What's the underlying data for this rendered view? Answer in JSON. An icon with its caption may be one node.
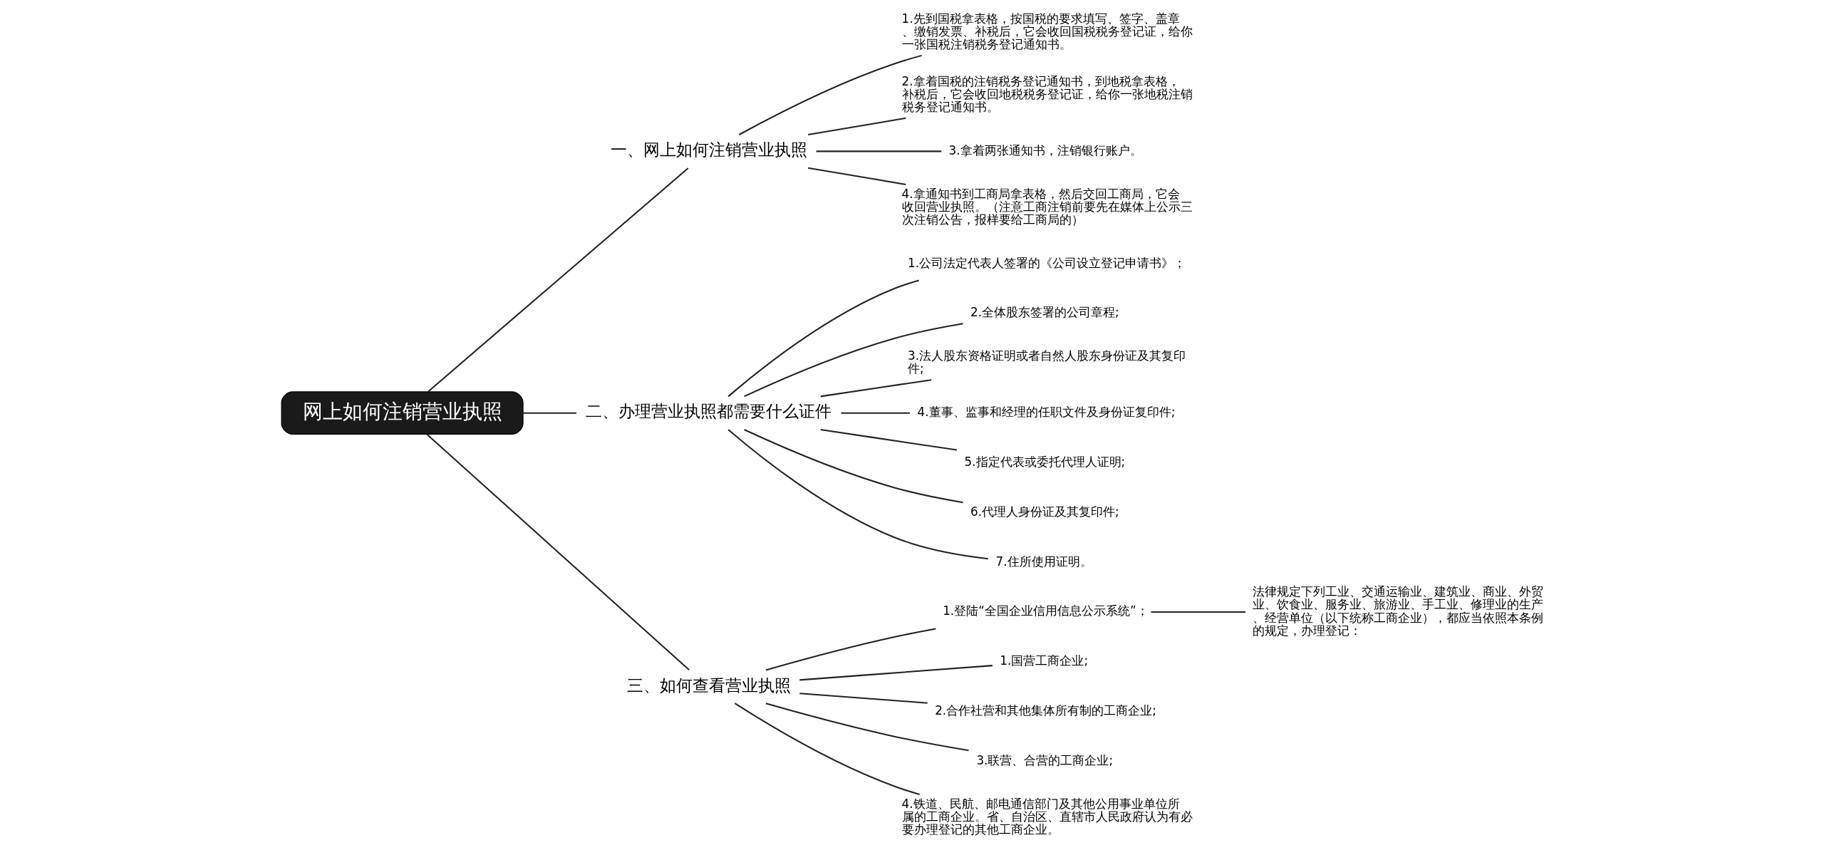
{
  "diagram": {
    "nodes": [
      {
        "text": [
          "网上如何注销营业执照"
        ]
      },
      {
        "text": [
          "一、网上如何注销营业执照"
        ]
      },
      {
        "text": [
          "1.先到国税拿表格，按国税的要求填写、签字、盖章、缴销发票、补税后，它会收回国税税务登记证，给你一张国税注销税务登记通知书。"
        ]
      },
      {
        "text": [
          "2.拿着国税的注销税务登记通知书，到地税拿表格，补税后，它会收回地税税务登记证，给你一张地税注销税务登记通知书。"
        ]
      },
      {
        "text": [
          "3.拿着两张通知书，注销银行账户。"
        ]
      },
      {
        "text": [
          "4.拿通知书到工商局拿表格，然后交回工商局，它会收回营业执照。（注意工商注销前要先在媒体上公示三次注销公告，报样要给工商局的）"
        ]
      },
      {
        "text": [
          "二、办理营业执照都需要什么证件"
        ]
      },
      {
        "text": [
          "1.公司法定代表人签署的《公司设立登记申请书》；"
        ]
      },
      {
        "text": [
          "2.全体股东签署的公司章程;"
        ]
      },
      {
        "text": [
          "3.法人股东资格证明或者自然人股东身份证及其复印件;"
        ]
      },
      {
        "text": [
          "4.董事、监事和经理的任职文件及身份证复印件;"
        ]
      },
      {
        "text": [
          "5.指定代表或委托代理人证明;"
        ]
      },
      {
        "text": [
          "6.代理人身份证及其复印件;"
        ]
      },
      {
        "text": [
          "7.住所使用证明。"
        ]
      },
      {
        "text": [
          "三、如何查看营业执照"
        ]
      },
      {
        "text": [
          "1.登陆“全国企业信用信息公示系统”；"
        ]
      },
      {
        "text": [
          "法律规定下列工业、交通运输业、建筑业、商业、外贸业、饮食业、服务业、旅游业、手工业、修理业的生产、经营单位（以下统称工商企业），都应当依照本条例的规定，办理登记："
        ]
      },
      {
        "text": [
          "1.国营工商企业;"
        ]
      },
      {
        "text": [
          "2.合作社营和其他集体所有制的工商企业;"
        ]
      },
      {
        "text": [
          "3.联营、合营的工商企业;"
        ]
      },
      {
        "text": [
          "4.铁道、民航、邮电通信部门及其他公用事业单位所属的工商企业。省、自治区、直辖市人民政府认为有必要办理登记的其他工商企业。"
        ]
      }
    ],
    "edges": [
      {
        "from": 0,
        "to": 1,
        "arrow": "none"
      },
      {
        "from": 1,
        "to": 2,
        "arrow": "none"
      },
      {
        "from": 1,
        "to": 3,
        "arrow": "none"
      },
      {
        "from": 1,
        "to": 4,
        "arrow": "none"
      },
      {
        "from": 1,
        "to": 5,
        "arrow": "none"
      },
      {
        "from": 0,
        "to": 6,
        "arrow": "none"
      },
      {
        "from": 6,
        "to": 7,
        "arrow": "none"
      },
      {
        "from": 6,
        "to": 8,
        "arrow": "none"
      },
      {
        "from": 6,
        "to": 9,
        "arrow": "none"
      },
      {
        "from": 6,
        "to": 10,
        "arrow": "none"
      },
      {
        "from": 6,
        "to": 11,
        "arrow": "none"
      },
      {
        "from": 6,
        "to": 12,
        "arrow": "none"
      },
      {
        "from": 6,
        "to": 13,
        "arrow": "none"
      },
      {
        "from": 0,
        "to": 14,
        "arrow": "none"
      },
      {
        "from": 14,
        "to": 15,
        "arrow": "none"
      },
      {
        "from": 15,
        "to": 16,
        "arrow": "none"
      },
      {
        "from": 14,
        "to": 17,
        "arrow": "none"
      },
      {
        "from": 14,
        "to": 18,
        "arrow": "none"
      },
      {
        "from": 14,
        "to": 19,
        "arrow": "none"
      },
      {
        "from": 14,
        "to": 20,
        "arrow": "none"
      }
    ]
  }
}
